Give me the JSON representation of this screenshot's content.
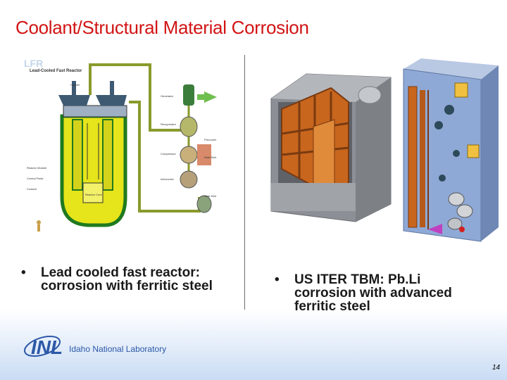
{
  "slide": {
    "title": "Coolant/Structural Material Corrosion",
    "bullet_marker": "•",
    "left_bullet": "Lead cooled fast reactor: corrosion with ferritic steel",
    "right_bullet": "US ITER TBM: Pb.Li corrosion with advanced ferritic steel",
    "page_number": "14"
  },
  "left_figure": {
    "header": "Lead-Cooled Fast Reactor",
    "labels": [
      "Header",
      "Generator",
      "Recuperator",
      "Compressor",
      "Precooler",
      "Intercooler",
      "Reactor Core",
      "Control Rods",
      "Reactor Module",
      "Coolant",
      "Heat Sink",
      "Heat Sink"
    ]
  },
  "logo": {
    "acronym": "INL",
    "name": "Idaho National Laboratory"
  },
  "colors": {
    "title": "#d11414",
    "reactor_fill": "#e6e41a",
    "reactor_outline": "#1f7a1f",
    "piping": "#8a9a2c",
    "tbm_orange": "#c8661e",
    "tbm_gray": "#9a9da3",
    "tbm_blue": "#8fa9d6",
    "logo_blue": "#2c58a7"
  }
}
